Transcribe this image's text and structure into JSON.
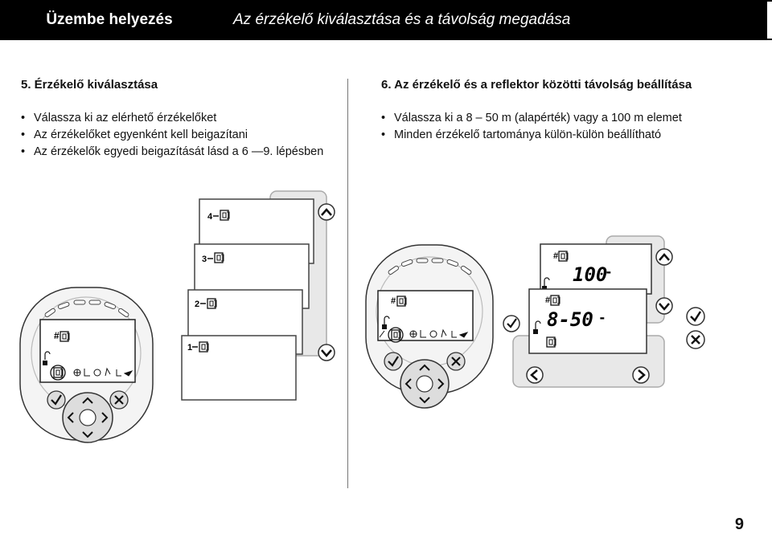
{
  "header": {
    "section": "Üzembe helyezés",
    "title": "Az érzékelő kiválasztása és a távolság megadása"
  },
  "step5": {
    "heading": "5.  Érzékelő kiválasztása",
    "bullets": [
      "Válassza ki az elérhető érzékelőket",
      "Az érzékelőket egyenként kell beigazítani",
      "Az érzékelők egyedi beigazítását lásd a 6 —9. lépésben"
    ]
  },
  "step6": {
    "heading": "6.  Az érzékelő és a reflektor közötti távolság beállítása",
    "bullets": [
      "Válassza ki a 8 – 50 m (alapérték) vagy a 100 m elemet",
      "Minden érzékelő tartománya külön-külön beállítható"
    ]
  },
  "figure_left": {
    "cards": [
      "1",
      "2",
      "3",
      "4"
    ],
    "lcd_hash": "#"
  },
  "figure_right": {
    "lcd_hash": "#",
    "range_100": "100",
    "range_8_50": "8-50",
    "dash": "-"
  },
  "page_number": "9"
}
